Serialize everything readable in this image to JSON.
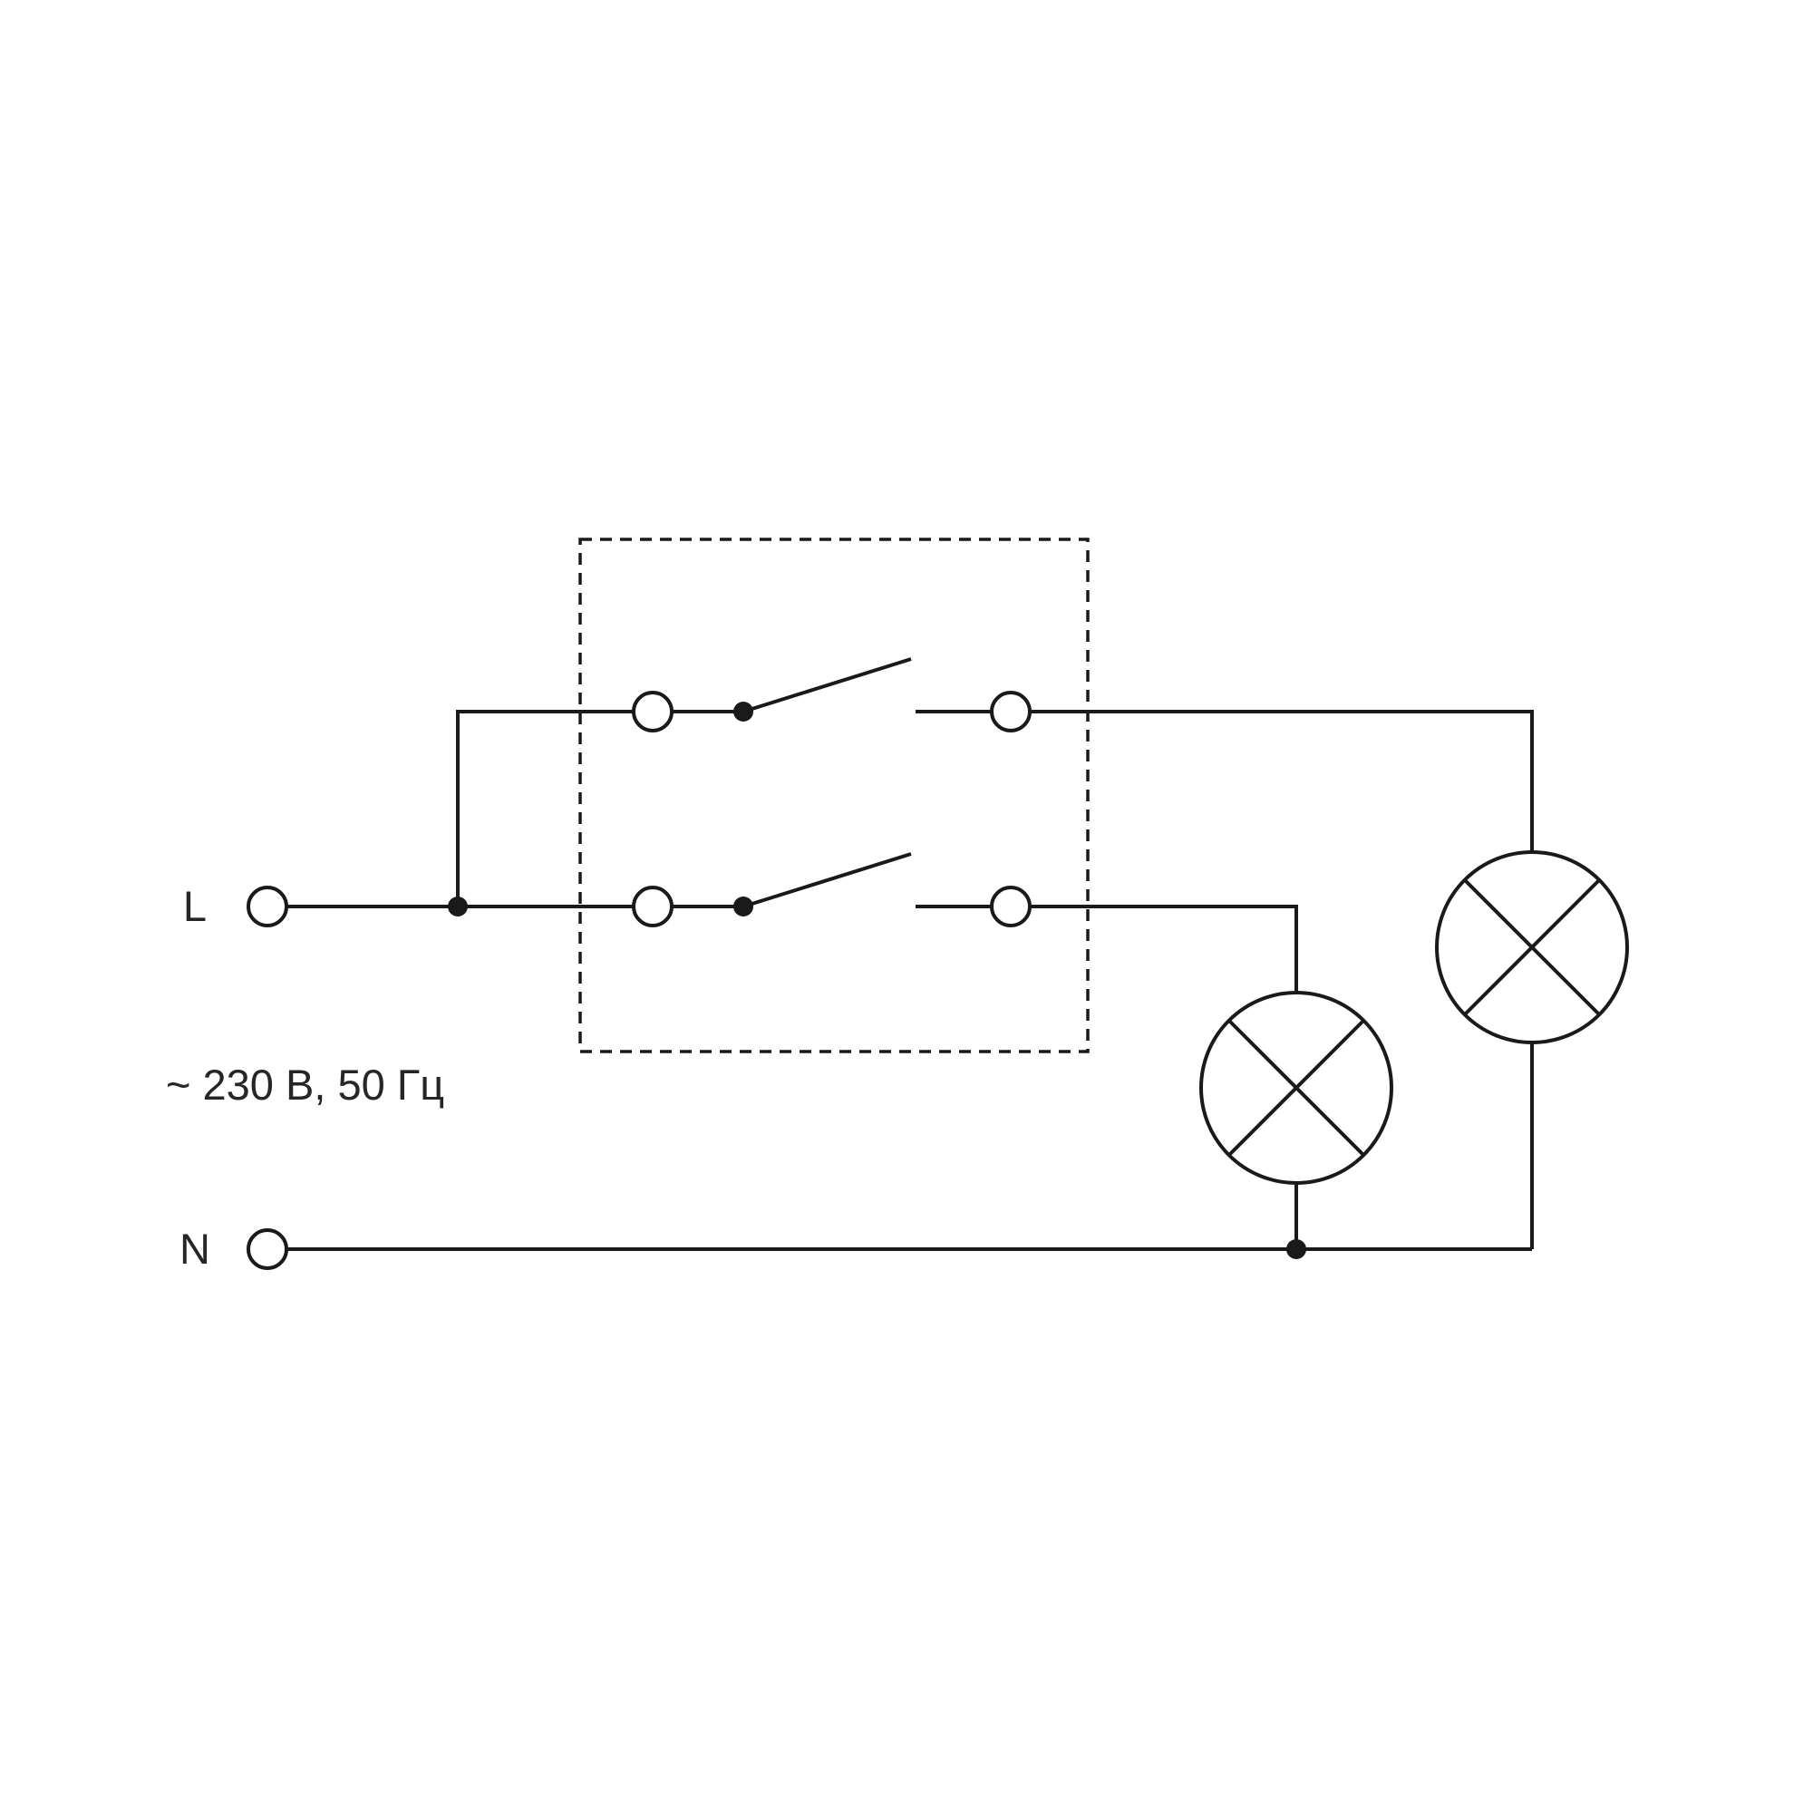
{
  "diagram": {
    "type": "electrical-wiring-schematic",
    "description": "Two-gang switch in dashed enclosure controlling two lamps",
    "labels": {
      "line_terminal": "L",
      "neutral_terminal": "N",
      "power_rating": "~ 230 В, 50 Гц"
    },
    "colors": {
      "line": "#1a1a1a",
      "text": "#262626",
      "background": "#ffffff"
    },
    "icons": {
      "lamp": "circle-with-x-cross-icon",
      "terminal": "open-circle-terminal-icon",
      "junction": "filled-dot-junction-icon",
      "switch": "single-pole-lever-switch-icon",
      "enclosure": "dashed-rectangle-boundary"
    },
    "components": {
      "switch_count": 2,
      "lamp_count": 2
    }
  }
}
